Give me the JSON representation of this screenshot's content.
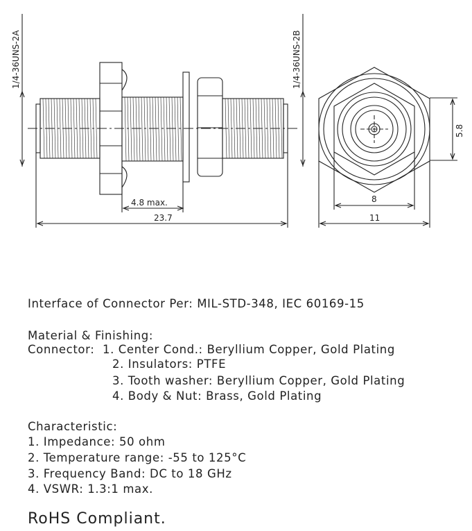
{
  "drawing": {
    "labels": {
      "left_thread": "1/4-36UNS-2A",
      "right_thread": "1/4-36UNS-2B",
      "panel_thickness": "4.8 max.",
      "overall_length": "23.7",
      "height": "5.8",
      "hex_inner": "8",
      "hex_outer": "11"
    }
  },
  "spec": {
    "interface": "Interface of Connector Per: MIL-STD-348, IEC 60169-15",
    "material_heading": "Material & Finishing:",
    "connector_label": "Connector:",
    "materials": [
      "1. Center Cond.: Beryllium Copper, Gold Plating",
      "2. Insulators: PTFE",
      "3. Tooth washer: Beryllium Copper, Gold Plating",
      "4. Body & Nut: Brass, Gold Plating"
    ],
    "characteristic_heading": "Characteristic:",
    "characteristics": [
      "1. Impedance: 50 ohm",
      "2. Temperature range: -55 to 125°C",
      "3. Frequency Band: DC to 18 GHz",
      "4. VSWR: 1.3:1 max."
    ],
    "rohs": "RoHS Compliant."
  }
}
